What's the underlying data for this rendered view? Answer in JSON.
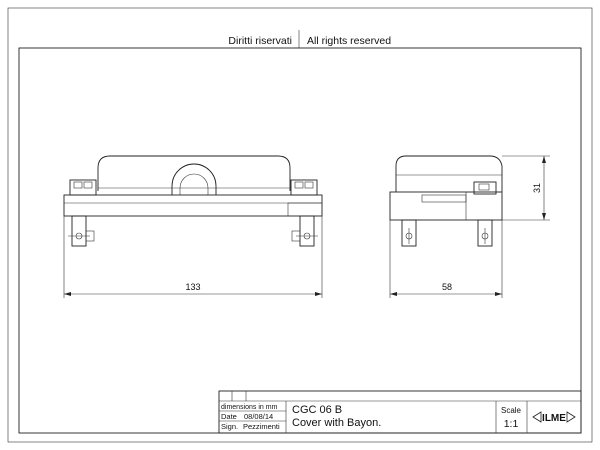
{
  "header": {
    "left_text": "Diritti riservati",
    "right_text": "All rights reserved"
  },
  "dimensions": {
    "front_width": "133",
    "side_width": "58",
    "side_height": "31"
  },
  "title_block": {
    "units_label": "dimensions in mm",
    "date_label": "Date",
    "date_value": "08/08/14",
    "sign_label": "Sign.",
    "sign_value": "Pezzimenti",
    "code": "CGC 06 B",
    "description": "Cover with Bayon.",
    "scale_label": "Scale",
    "scale_value": "1:1",
    "logo_text": "ILME"
  },
  "colors": {
    "line": "#222222",
    "background": "#ffffff"
  }
}
